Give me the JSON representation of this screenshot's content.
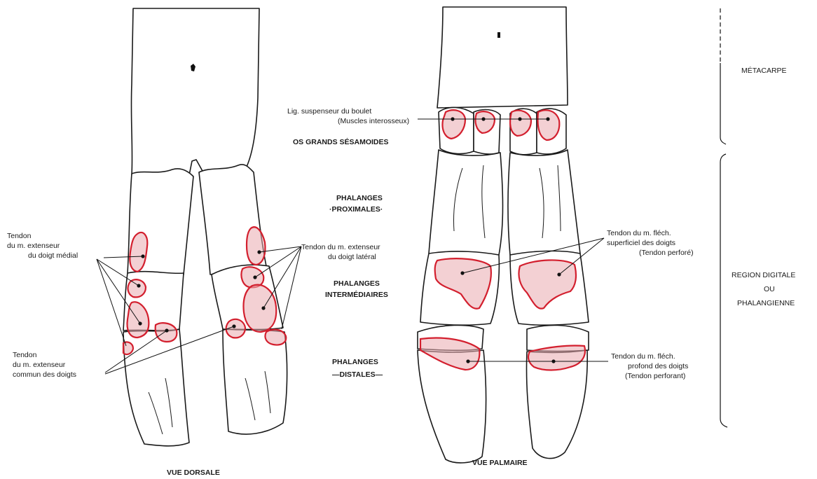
{
  "views": {
    "dorsal": "VUE DORSALE",
    "palmar": "VUE PALMAIRE"
  },
  "regions": {
    "metacarpe": "MÉTACARPE",
    "digital_1": "REGION DIGITALE",
    "digital_2": "OU",
    "digital_3": "PHALANGIENNE"
  },
  "center": {
    "sesamoides": "OS GRANDS SÉSAMOIDES",
    "prox_1": "PHALANGES",
    "prox_2": "·PROXIMALES·",
    "inter_1": "PHALANGES",
    "inter_2": "INTERMÉDIAIRES",
    "dist_1": "PHALANGES",
    "dist_2": "—DISTALES—"
  },
  "dorsal_labels": {
    "ext_medial_1": "Tendon",
    "ext_medial_2": "du m. extenseur",
    "ext_medial_3": "du doigt médial",
    "ext_lateral_1": "Tendon du m. extenseur",
    "ext_lateral_2": "du doigt latéral",
    "ext_commun_1": "Tendon",
    "ext_commun_2": "du m. extenseur",
    "ext_commun_3": "commun des doigts"
  },
  "palmar_labels": {
    "lig_1": "Lig. suspenseur du boulet",
    "lig_2": "(Muscles interosseux)",
    "superf_1": "Tendon du m. fléch.",
    "superf_2": "superficiel des doigts",
    "superf_3": "(Tendon perforé)",
    "prof_1": "Tendon du m. fléch.",
    "prof_2": "profond des doigts",
    "prof_3": "(Tendon perforant)"
  },
  "colors": {
    "insertion_stroke": "#d31f2e",
    "insertion_fill": "#e9a9ae",
    "ink": "#1a1a1a"
  }
}
